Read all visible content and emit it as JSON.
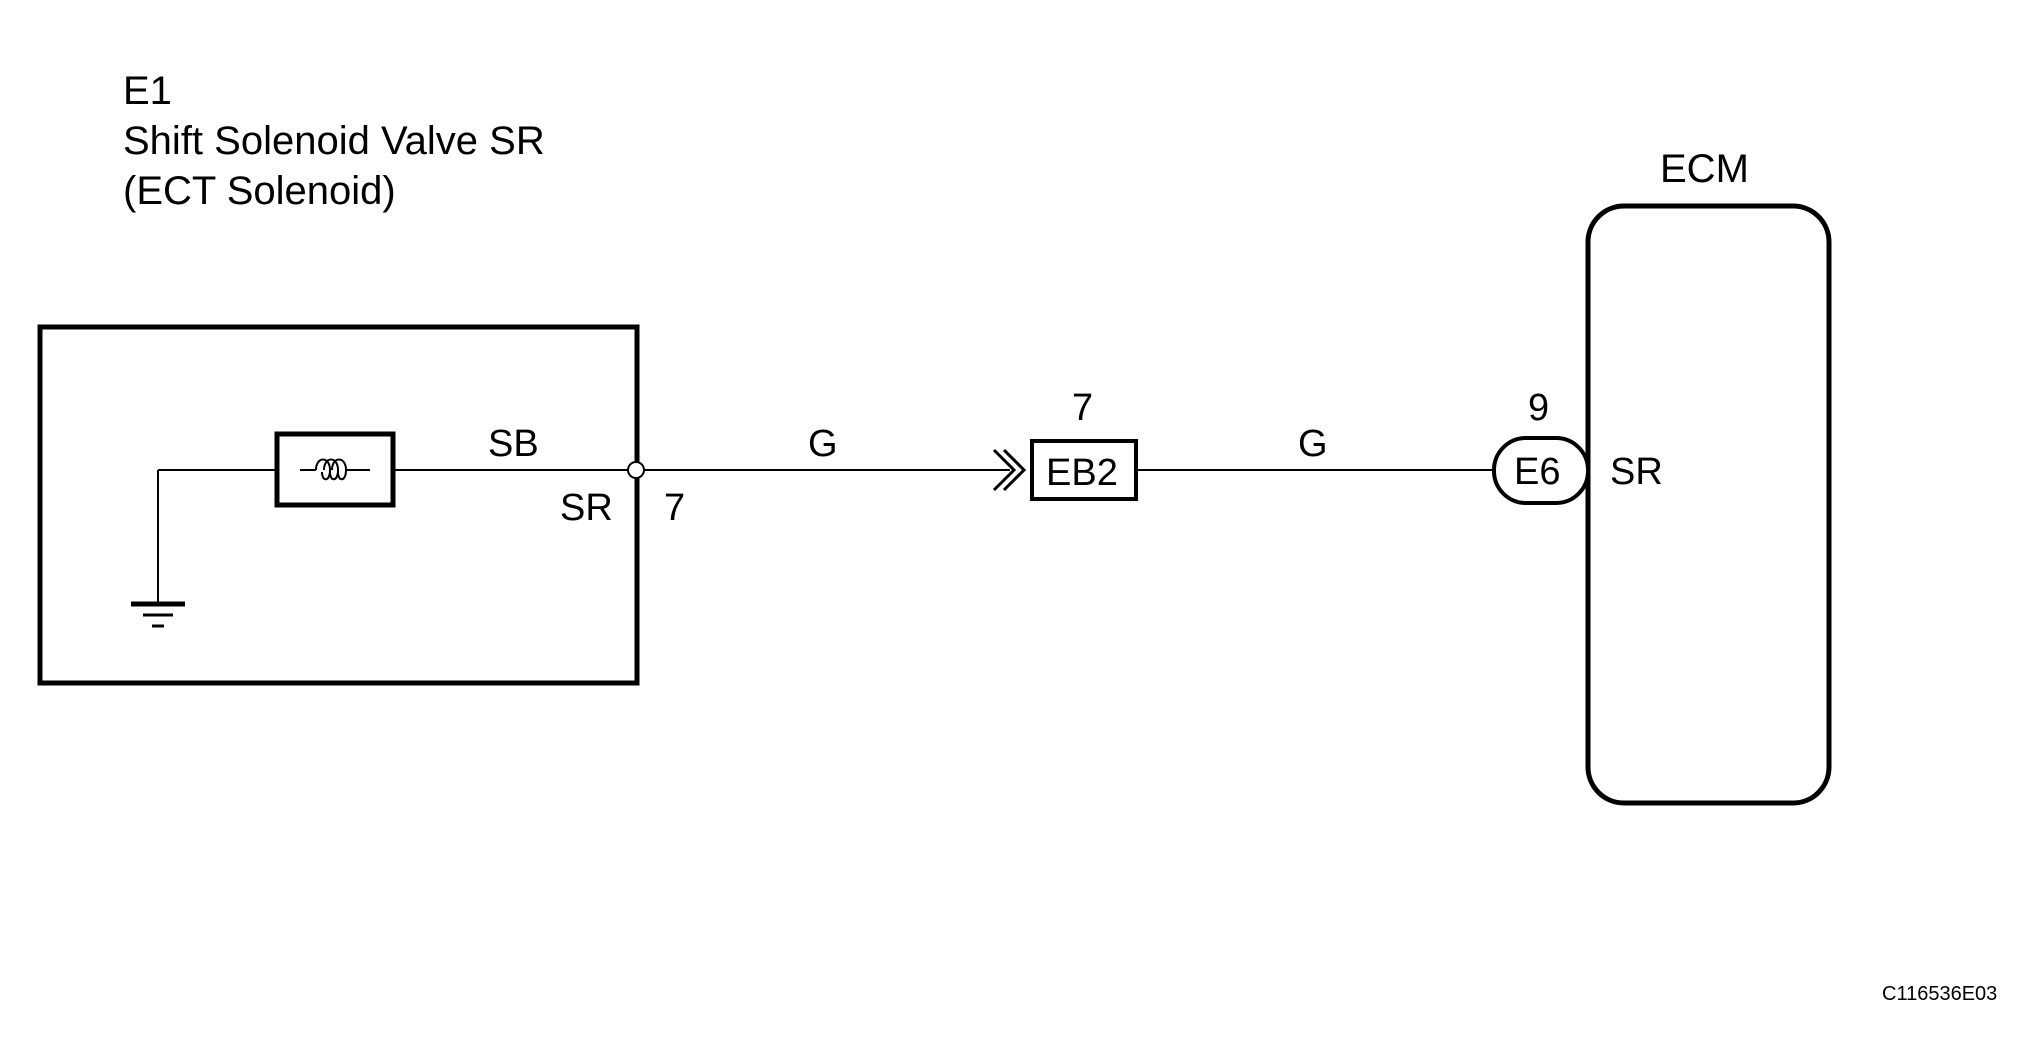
{
  "component": {
    "code": "E1",
    "name": "Shift Solenoid Valve SR",
    "sub": "(ECT Solenoid)",
    "wire_color": "SB",
    "terminal_name": "SR",
    "terminal_pin": "7"
  },
  "wire_segment_1": {
    "color": "G"
  },
  "connector": {
    "code": "EB2",
    "pin": "7"
  },
  "wire_segment_2": {
    "color": "G"
  },
  "ecm": {
    "label": "ECM",
    "connector_code": "E6",
    "pin": "9",
    "terminal_name": "SR"
  },
  "diagram_id": "C116536E03"
}
